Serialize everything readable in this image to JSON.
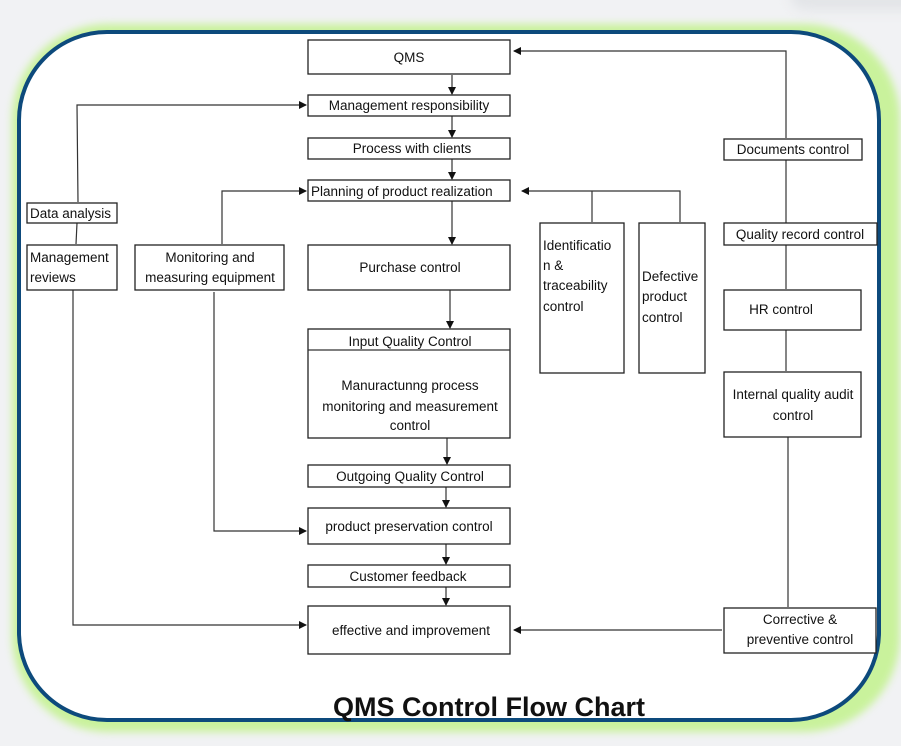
{
  "title": "QMS Control  Flow Chart",
  "colors": {
    "frame_border": "#0d4a7c",
    "frame_glow": "#c9f29c",
    "background": "#f1f2f4",
    "box_stroke": "#222222"
  },
  "nodes": {
    "qms": [
      "QMS"
    ],
    "mgmt_resp": [
      "Management responsibility"
    ],
    "process_clients": [
      "Process with clients"
    ],
    "planning": [
      "Planning of product realization"
    ],
    "purchase": [
      "Purchase control"
    ],
    "input_qc": [
      "Input Quality Control"
    ],
    "manufacturing": [
      "Manuractunng process",
      "monitoring and measurement",
      "control"
    ],
    "outgoing_qc": [
      "Outgoing Quality Control"
    ],
    "preservation": [
      "product preservation control"
    ],
    "customer_feedback": [
      "Customer feedback"
    ],
    "effective": [
      "effective and improvement"
    ],
    "data_analysis": [
      "Data analysis"
    ],
    "mgmt_reviews": [
      "Management",
      "reviews"
    ],
    "monitoring_equipment": [
      "Monitoring and",
      "measuring equipment"
    ],
    "identification": [
      "Identificatio",
      "n &",
      "traceability",
      "control"
    ],
    "defective": [
      "Defective",
      "product",
      "control"
    ],
    "documents": [
      "Documents control"
    ],
    "quality_record": [
      "Quality record control"
    ],
    "hr": [
      "HR control"
    ],
    "internal_audit": [
      "Internal quality audit",
      "control"
    ],
    "corrective": [
      "Corrective &",
      "preventive  control"
    ]
  },
  "edges": [
    [
      "qms",
      "mgmt_resp"
    ],
    [
      "mgmt_resp",
      "process_clients"
    ],
    [
      "process_clients",
      "planning"
    ],
    [
      "planning",
      "purchase"
    ],
    [
      "purchase",
      "input_qc"
    ],
    [
      "manufacturing",
      "outgoing_qc"
    ],
    [
      "outgoing_qc",
      "preservation"
    ],
    [
      "preservation",
      "customer_feedback"
    ],
    [
      "customer_feedback",
      "effective"
    ],
    [
      "documents",
      "qms"
    ],
    [
      "identification",
      "planning"
    ],
    [
      "defective",
      "planning"
    ],
    [
      "monitoring_equipment",
      "planning"
    ],
    [
      "monitoring_equipment",
      "preservation"
    ],
    [
      "data_analysis",
      "mgmt_resp"
    ],
    [
      "mgmt_reviews",
      "effective"
    ],
    [
      "corrective",
      "effective"
    ]
  ]
}
